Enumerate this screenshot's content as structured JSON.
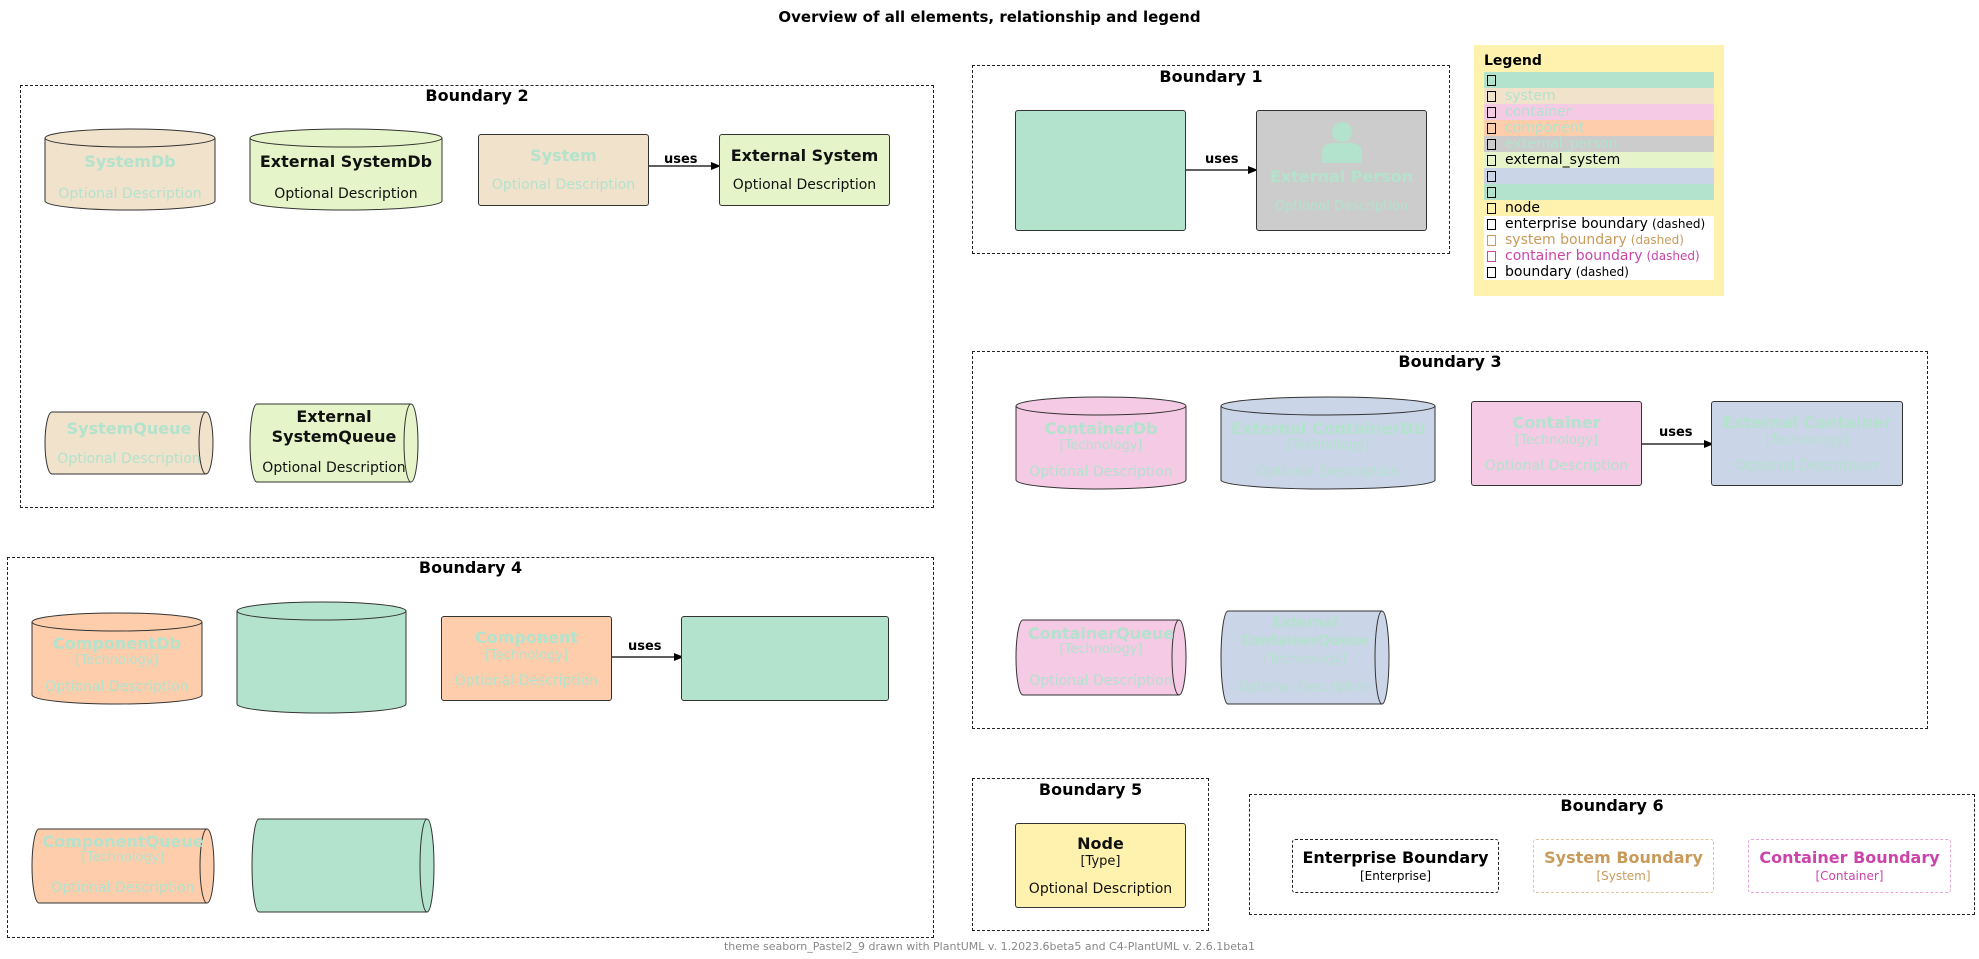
{
  "title": "Overview of all elements, relationship and legend",
  "footer": "theme seaborn_Pastel2_9 drawn with PlantUML v. 1.2023.6beta5 and C4-PlantUML v. 2.6.1beta1",
  "colors": {
    "person": "#b3e2cd",
    "system": "#f1e2cc",
    "container": "#f4cae4",
    "component": "#fdcdac",
    "external_person": "#cccccc",
    "external_system": "#e6f5c9",
    "external_container": "#cbd5e8",
    "node": "#fff2ae",
    "system_boundary": "#c89b5a",
    "container_boundary": "#cc44aa",
    "faint_text": "#b3e2cd"
  },
  "boundary1": {
    "title": "Boundary 1",
    "person": {
      "icon": "person-icon"
    },
    "relation": "uses",
    "external_person": {
      "name": "External Person",
      "desc": "Optional Description",
      "icon": "person-icon"
    }
  },
  "boundary2": {
    "title": "Boundary 2",
    "system_db": {
      "name": "SystemDb",
      "desc": "Optional Description"
    },
    "external_system_db": {
      "name": "External SystemDb",
      "desc": "Optional Description"
    },
    "system": {
      "name": "System",
      "desc": "Optional Description"
    },
    "relation": "uses",
    "external_system": {
      "name": "External System",
      "desc": "Optional Description"
    },
    "system_queue": {
      "name": "SystemQueue",
      "desc": "Optional Description"
    },
    "external_system_queue": {
      "name": "External SystemQueue",
      "desc": "Optional Description"
    }
  },
  "boundary3": {
    "title": "Boundary 3",
    "container_db": {
      "name": "ContainerDb",
      "tech": "[Technology]",
      "desc": "Optional Description"
    },
    "external_container_db": {
      "name": "External ContainerDb",
      "tech": "[Technology]",
      "desc": "Optional Description"
    },
    "container": {
      "name": "Container",
      "tech": "[Technology]",
      "desc": "Optional Description"
    },
    "relation": "uses",
    "external_container": {
      "name": "External Container",
      "tech": "[Technology]",
      "desc": "Optional Description"
    },
    "container_queue": {
      "name": "ContainerQueue",
      "tech": "[Technology]",
      "desc": "Optional Description"
    },
    "external_container_queue": {
      "name": "External ContainerQueue",
      "tech": "[Technology]",
      "desc": "Optional Description"
    }
  },
  "boundary4": {
    "title": "Boundary 4",
    "component_db": {
      "name": "ComponentDb",
      "tech": "[Technology]",
      "desc": "Optional Description"
    },
    "component": {
      "name": "Component",
      "tech": "[Technology]",
      "desc": "Optional Description"
    },
    "relation": "uses",
    "component_queue": {
      "name": "ComponentQueue",
      "tech": "[Technology]",
      "desc": "Optional Description"
    }
  },
  "boundary5": {
    "title": "Boundary 5",
    "node": {
      "name": "Node",
      "type": "[Type]",
      "desc": "Optional Description"
    }
  },
  "boundary6": {
    "title": "Boundary 6",
    "enterprise": {
      "name": "Enterprise Boundary",
      "type": "[Enterprise]"
    },
    "system": {
      "name": "System Boundary",
      "type": "[System]"
    },
    "container": {
      "name": "Container Boundary",
      "type": "[Container]"
    }
  },
  "legend": {
    "title": "Legend",
    "items": [
      {
        "label": "",
        "color": "#b3e2cd",
        "text_color": "#000000"
      },
      {
        "label": "system",
        "color": "#f1e2cc",
        "text_color": "#b3e2cd"
      },
      {
        "label": "container",
        "color": "#f4cae4",
        "text_color": "#b3e2cd"
      },
      {
        "label": "component",
        "color": "#fdcdac",
        "text_color": "#b3e2cd"
      },
      {
        "label": "external_person",
        "color": "#cccccc",
        "text_color": "#b3e2cd"
      },
      {
        "label": "external_system",
        "color": "#e6f5c9",
        "text_color": "#000000"
      },
      {
        "label": "",
        "color": "#cbd5e8",
        "text_color": "#000000"
      },
      {
        "label": "",
        "color": "#b3e2cd",
        "text_color": "#000000"
      },
      {
        "label": "node",
        "color": "#fff2ae",
        "text_color": "#000000"
      },
      {
        "label": "enterprise boundary",
        "suffix": "(dashed)",
        "color": "#ffffff",
        "text_color": "#000000"
      },
      {
        "label": "system boundary",
        "suffix": "(dashed)",
        "color": "#ffffff",
        "text_color": "#c89b5a"
      },
      {
        "label": "container boundary",
        "suffix": "(dashed)",
        "color": "#ffffff",
        "text_color": "#cc44aa"
      },
      {
        "label": "boundary",
        "suffix": "(dashed)",
        "color": "#ffffff",
        "text_color": "#000000"
      }
    ]
  }
}
